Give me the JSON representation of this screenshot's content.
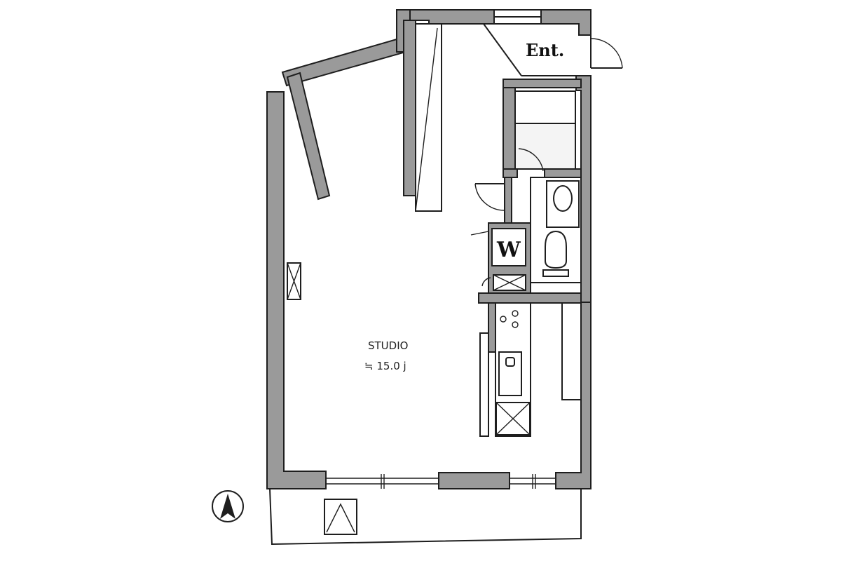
{
  "labels": {
    "entrance": "Ent.",
    "washer": "W",
    "room_name": "STUDIO",
    "room_area": "≒ 15.0 j"
  },
  "colors": {
    "wall_fill": "#9a9a9a",
    "line": "#1e1e1e",
    "background": "#ffffff"
  },
  "icons": [
    "north-arrow-icon",
    "door-swing-icon",
    "stove-burner-icon",
    "toilet-icon",
    "bathtub-icon",
    "sink-icon"
  ]
}
